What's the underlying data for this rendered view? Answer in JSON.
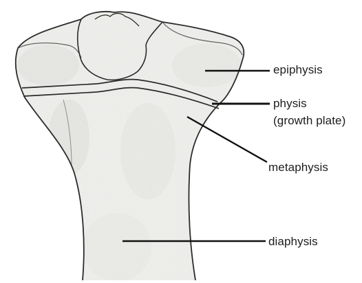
{
  "labels": {
    "epiphysis": "epiphysis",
    "physis": "physis",
    "physis_sub": "(growth plate)",
    "metaphysis": "metaphysis",
    "diaphysis": "diaphysis"
  },
  "colors": {
    "outline": "#2a2a2a",
    "bone_fill": "#f4f4f2",
    "shading": "#d6d6d2",
    "leader": "#111111",
    "text": "#1c1c1c"
  }
}
